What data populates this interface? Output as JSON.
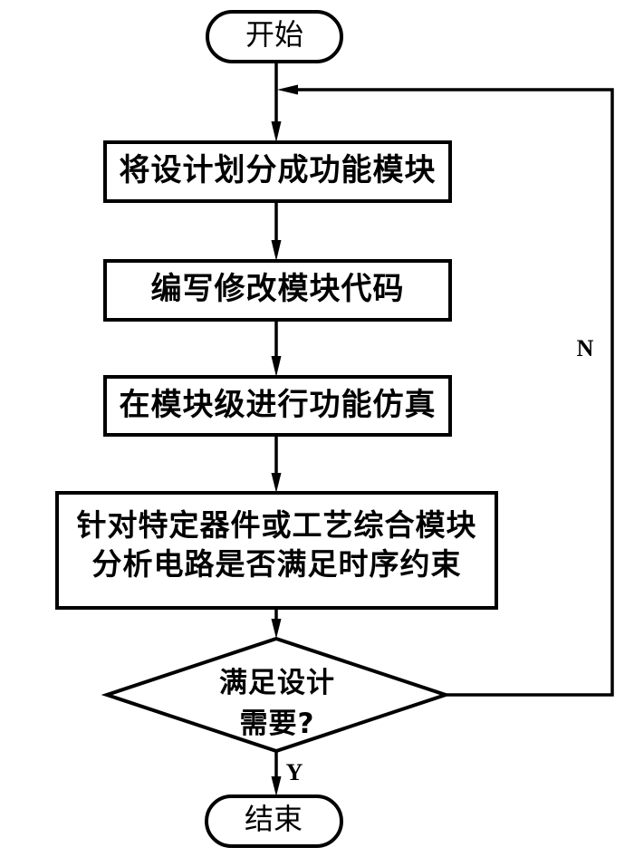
{
  "diagram": {
    "type": "flowchart",
    "nodes": {
      "start": {
        "kind": "terminal",
        "label": "开始"
      },
      "step1": {
        "kind": "process",
        "label": "将设计划分成功能模块"
      },
      "step2": {
        "kind": "process",
        "label": "编写修改模块代码"
      },
      "step3": {
        "kind": "process",
        "label": "在模块级进行功能仿真"
      },
      "step4": {
        "kind": "process",
        "lines": [
          "针对特定器件或工艺综合模块",
          "分析电路是否满足时序约束"
        ]
      },
      "decision": {
        "kind": "decision",
        "lines": [
          "满足设计",
          "需要?"
        ]
      },
      "end": {
        "kind": "terminal",
        "label": "结束"
      }
    },
    "edges": [
      {
        "from": "start",
        "to": "step1",
        "label": ""
      },
      {
        "from": "step1",
        "to": "step2",
        "label": ""
      },
      {
        "from": "step2",
        "to": "step3",
        "label": ""
      },
      {
        "from": "step3",
        "to": "step4",
        "label": ""
      },
      {
        "from": "step4",
        "to": "decision",
        "label": ""
      },
      {
        "from": "decision",
        "to": "end",
        "label": "Y"
      },
      {
        "from": "decision",
        "to": "step1",
        "label": "N",
        "route": "loop-back-right"
      }
    ],
    "branch_labels": {
      "yes": "Y",
      "no": "N"
    },
    "colors": {
      "stroke": "#000000",
      "fill": "#ffffff",
      "text": "#000000"
    }
  }
}
